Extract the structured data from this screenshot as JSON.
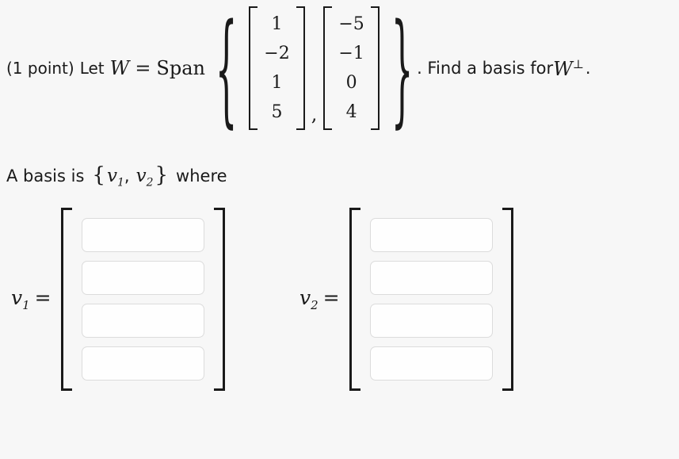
{
  "problem": {
    "points_label": "(1 point)",
    "let_word": "Let",
    "w_symbol": "W",
    "equals": "=",
    "span_word": "Span",
    "brace_open": "{",
    "brace_close": "}",
    "comma": ",",
    "vectors": [
      {
        "name": "w1",
        "entries": [
          "1",
          "−2",
          "1",
          "5"
        ]
      },
      {
        "name": "w2",
        "entries": [
          "−5",
          "−1",
          "0",
          "4"
        ]
      }
    ],
    "tail_prefix": ". Find a basis for ",
    "tail_symbol": "W",
    "tail_superscript": "⊥",
    "tail_suffix": "."
  },
  "basis_line": {
    "prefix": "A basis is",
    "brace_open": "{",
    "v1": "v",
    "v1_sub": "1",
    "comma": ",",
    "v2": "v",
    "v2_sub": "2",
    "brace_close": "}",
    "suffix": "where"
  },
  "answers": [
    {
      "label_symbol": "v",
      "label_sub": "1",
      "label_equals": "=",
      "fields": [
        {
          "name": "v1-entry-1",
          "value": "",
          "placeholder": ""
        },
        {
          "name": "v1-entry-2",
          "value": "",
          "placeholder": ""
        },
        {
          "name": "v1-entry-3",
          "value": "",
          "placeholder": ""
        },
        {
          "name": "v1-entry-4",
          "value": "",
          "placeholder": ""
        }
      ]
    },
    {
      "label_symbol": "v",
      "label_sub": "2",
      "label_equals": "=",
      "fields": [
        {
          "name": "v2-entry-1",
          "value": "",
          "placeholder": ""
        },
        {
          "name": "v2-entry-2",
          "value": "",
          "placeholder": ""
        },
        {
          "name": "v2-entry-3",
          "value": "",
          "placeholder": ""
        },
        {
          "name": "v2-entry-4",
          "value": "",
          "placeholder": ""
        }
      ]
    }
  ],
  "colors": {
    "background": "#f7f7f7",
    "text": "#1a1a1a",
    "input_border": "#dcdcdc",
    "input_background": "#fefefe"
  }
}
